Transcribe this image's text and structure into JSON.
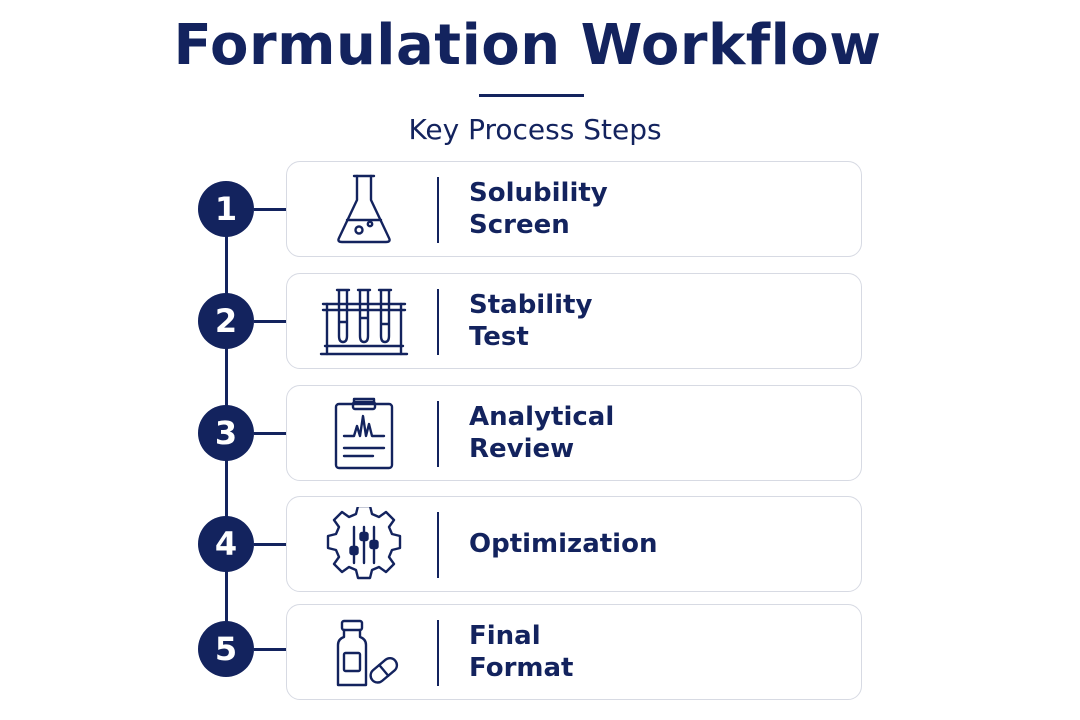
{
  "title": "Formulation Workflow",
  "subtitle": "Key Process Steps",
  "steps": [
    {
      "number": "1",
      "label": "Solubility\nScreen",
      "icon": "flask-icon"
    },
    {
      "number": "2",
      "label": "Stability\nTest",
      "icon": "test-tubes-rack-icon"
    },
    {
      "number": "3",
      "label": "Analytical\nReview",
      "icon": "clipboard-chromatogram-icon"
    },
    {
      "number": "4",
      "label": "Optimization",
      "icon": "gear-sliders-icon"
    },
    {
      "number": "5",
      "label": "Final\nFormat",
      "icon": "vial-and-pill-icon"
    }
  ],
  "colors": {
    "primary": "#13235e",
    "card_border": "#d7dae3",
    "background": "#ffffff"
  }
}
